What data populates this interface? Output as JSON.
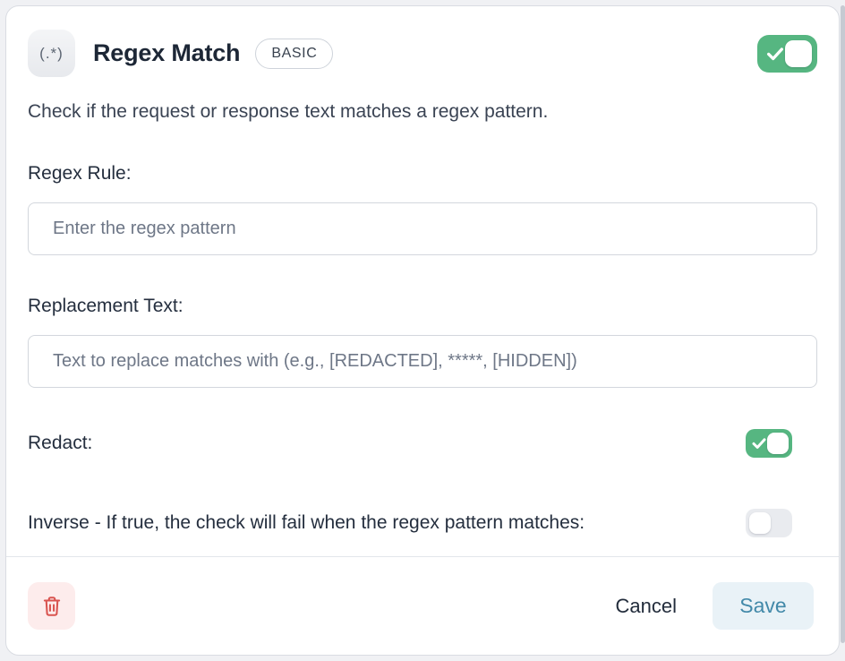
{
  "header": {
    "icon_glyph": "(.*)",
    "title": "Regex Match",
    "badge_label": "BASIC",
    "enabled_toggle_state": "on"
  },
  "description": "Check if the request or response text matches a regex pattern.",
  "form": {
    "regex_rule": {
      "label": "Regex Rule:",
      "value": "",
      "placeholder": "Enter the regex pattern"
    },
    "replacement_text": {
      "label": "Replacement Text:",
      "value": "",
      "placeholder": "Text to replace matches with (e.g., [REDACTED], *****, [HIDDEN])"
    },
    "redact": {
      "label": "Redact:",
      "toggle_state": "on"
    },
    "inverse": {
      "label": "Inverse - If true, the check will fail when the regex pattern matches:",
      "toggle_state": "off"
    }
  },
  "footer": {
    "delete_icon": "trash-icon",
    "cancel_label": "Cancel",
    "save_label": "Save"
  },
  "colors": {
    "toggle_on_green": "#56b681",
    "toggle_off_track": "#e9ebef",
    "save_button_bg": "#e9f2f7",
    "save_button_text": "#4289a9",
    "delete_button_bg": "#fdecec",
    "delete_icon_red": "#d9534f",
    "card_border": "#d9dce2",
    "title_text": "#1d2736"
  }
}
